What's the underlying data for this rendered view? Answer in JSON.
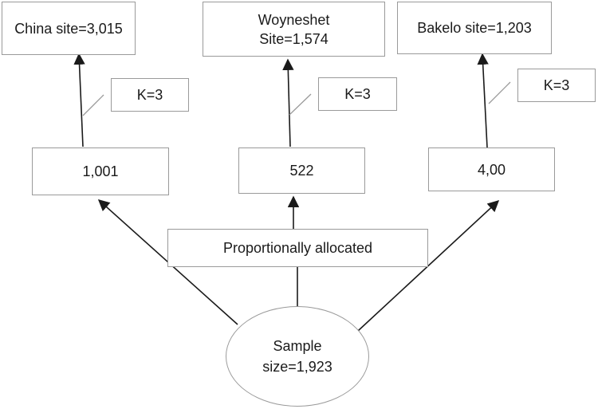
{
  "sites": [
    {
      "name": "China site=3,015"
    },
    {
      "name_line1": "Woyneshet",
      "name_line2": "Site=1,574"
    },
    {
      "name": "Bakelo site=1,203"
    }
  ],
  "interval_labels": [
    "K=3",
    "K=3",
    "K=3"
  ],
  "allocations": [
    "1,001",
    "522",
    "4,00"
  ],
  "allocation_method": "Proportionally allocated",
  "sample": {
    "line1": "Sample",
    "line2": "size=1,923"
  },
  "colors": {
    "stroke": "#9a9a9a",
    "arrow": "#1a1a1a",
    "text": "#1a1a1a"
  }
}
